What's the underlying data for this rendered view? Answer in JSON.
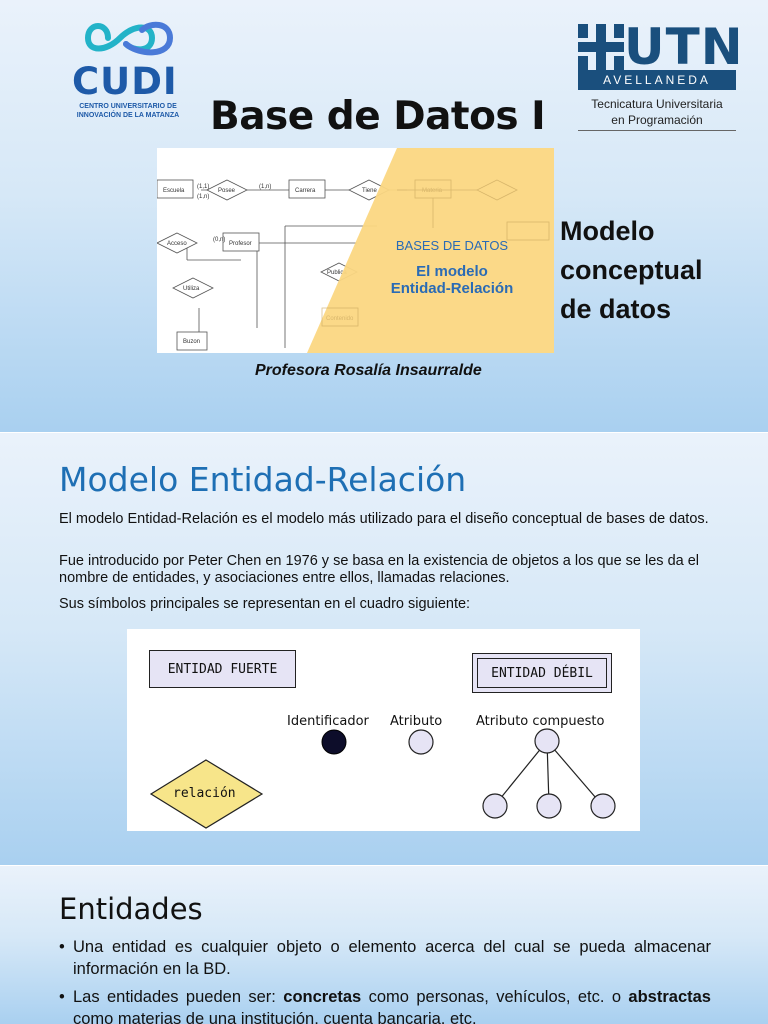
{
  "slide1": {
    "cudi_logo": {
      "word": "CUDI",
      "sub1": "CENTRO UNIVERSITARIO DE",
      "sub2": "INNOVACIÓN DE LA MATANZA"
    },
    "utn_logo": {
      "word": "UTN",
      "bar": "AVELLANEDA",
      "sub1": "Tecnicatura Universitaria",
      "sub2": "en Programación"
    },
    "title": "Base de Datos I",
    "image_text": {
      "line1": "BASES DE DATOS",
      "line2": "El modelo",
      "line3": "Entidad-Relación"
    },
    "diagram_labels": {
      "escuela": "Escuela",
      "posee": "Posee",
      "carrera": "Carrera",
      "tiene": "Tiene",
      "materia": "Materia",
      "acceso": "Acceso",
      "profesor": "Profesor",
      "utiliza": "Utiliza",
      "buzon": "Buzon",
      "publica": "Publica",
      "contenido": "Contenido",
      "card1": "(1,1)",
      "card2": "(1,n)",
      "card3": "(1,n)",
      "card4": "(0,n)"
    },
    "right_title": [
      "Modelo",
      "conceptual",
      "de datos"
    ],
    "professor": "Profesora Rosalía Insaurralde"
  },
  "slide2": {
    "title": "Modelo Entidad-Relación",
    "p1": "El modelo Entidad-Relación es el modelo más utilizado para el diseño conceptual de bases de datos.",
    "p2": "Fue introducido por Peter Chen en 1976 y se basa en la existencia de objetos a los que se les da el nombre de entidades, y asociaciones entre ellos, llamadas relaciones.",
    "p3": "Sus símbolos principales se representan en el cuadro siguiente:",
    "symbols": {
      "strong_entity": "ENTIDAD FUERTE",
      "weak_entity": "ENTIDAD DÉBIL",
      "identifier": "Identificador",
      "attribute": "Atributo",
      "composite": "Atributo compuesto",
      "relation": "relación"
    }
  },
  "slide3": {
    "title": "Entidades",
    "b1": "Una entidad es cualquier objeto o elemento acerca del cual se pueda almacenar información en la BD.",
    "b2_pre": "Las entidades pueden ser: ",
    "b2_bold1": "concretas",
    "b2_mid": " como personas, vehículos, etc. o ",
    "b2_bold2": "abstractas",
    "b2_post": " como materias de una institución, cuenta bancaria, etc."
  },
  "colors": {
    "accent": "#1e6fb4",
    "cudi": "#1e5aa8",
    "utn": "#1a4f7d",
    "relation_fill": "#f7e58a",
    "entity_fill": "#e6e4f5"
  }
}
